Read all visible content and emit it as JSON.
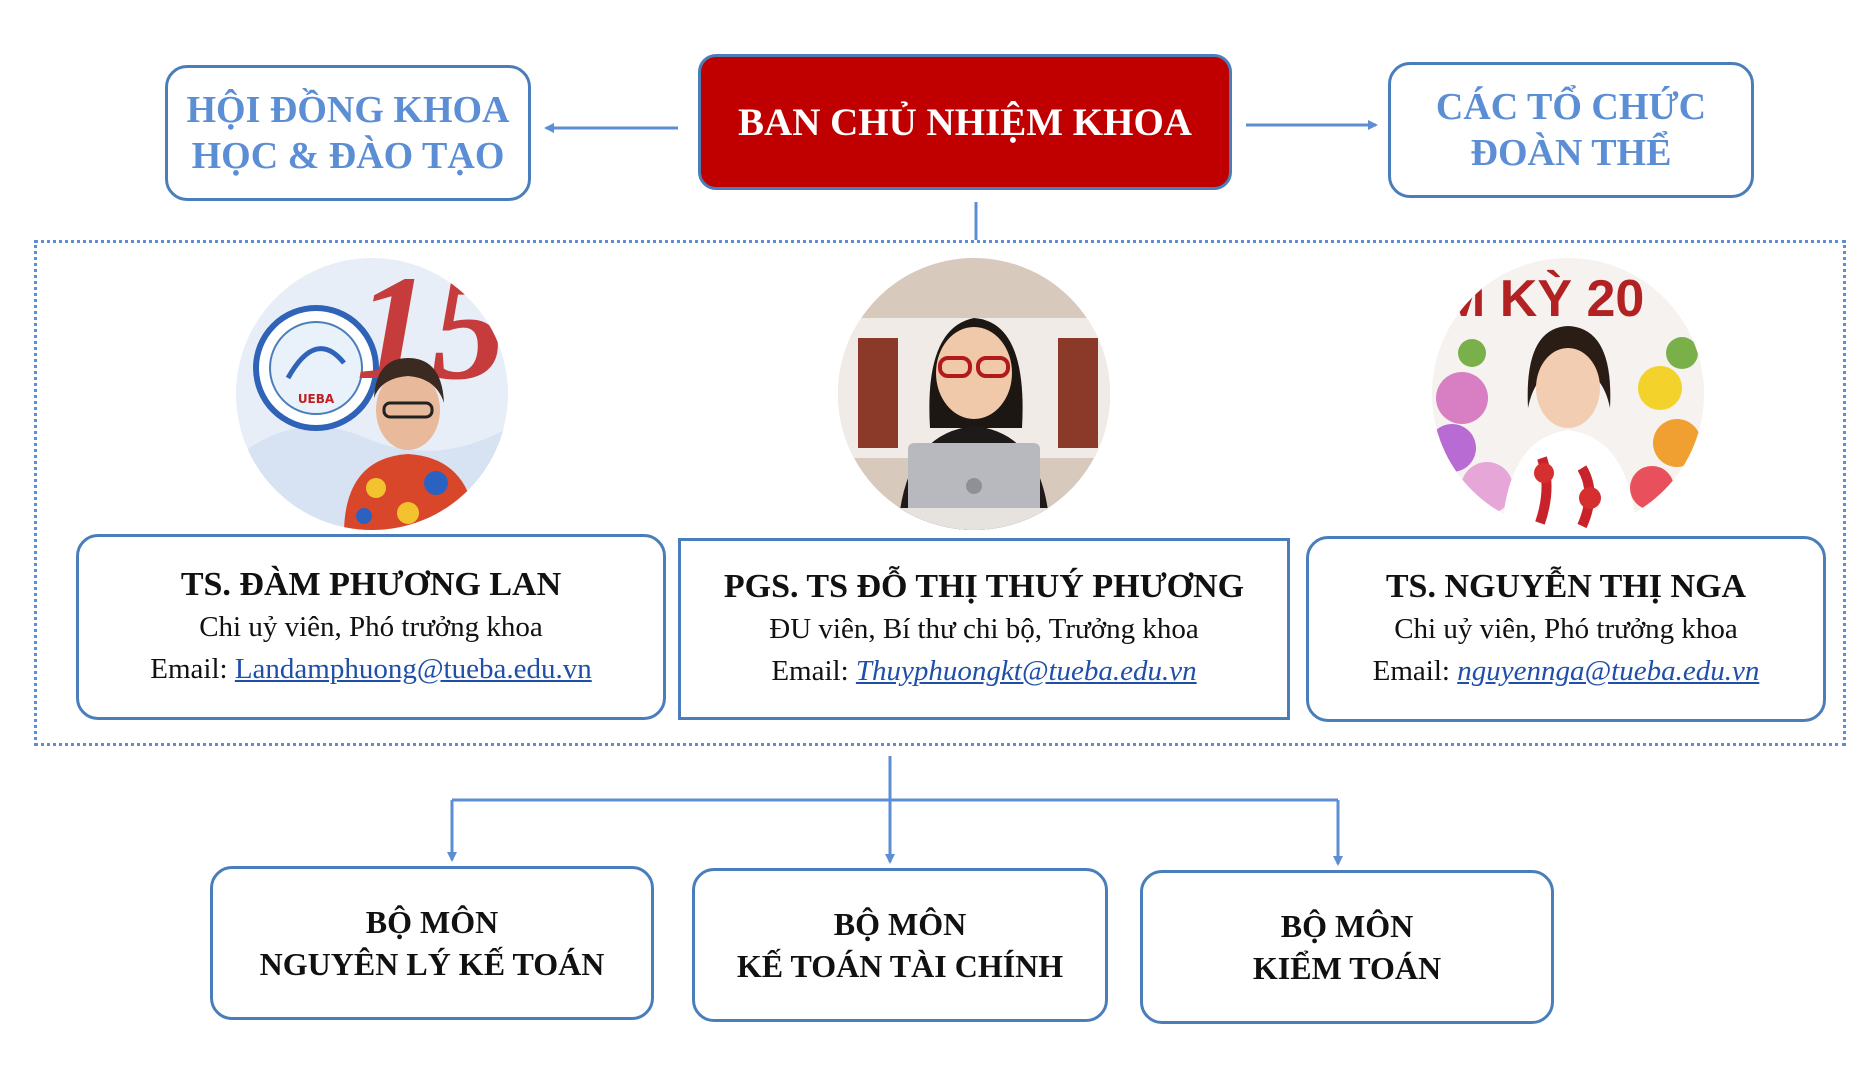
{
  "top": {
    "left_box": [
      "HỘI ĐỒNG KHOA",
      "HỌC & ĐÀO TẠO"
    ],
    "center_box": "BAN CHỦ NHIỆM KHOA",
    "right_box": [
      "CÁC TỔ CHỨC",
      "ĐOÀN THỂ"
    ]
  },
  "members": [
    {
      "name": "TS. ĐÀM PHƯƠNG LAN",
      "role": "Chi uỷ viên, Phó trưởng khoa",
      "email_label": "Email: ",
      "email": "Landamphuong@tueba.edu.vn"
    },
    {
      "name": "PGS. TS ĐỖ THỊ THUÝ PHƯƠNG",
      "role": "ĐU viên, Bí thư chi bộ, Trưởng khoa",
      "email_label": "Email: ",
      "email": "Thuyphuongkt@tueba.edu.vn"
    },
    {
      "name": "TS. NGUYỄN THỊ NGA",
      "role": "Chi uỷ viên, Phó trưởng khoa",
      "email_label": "Email: ",
      "email": "nguyennga@tueba.edu.vn"
    }
  ],
  "photo_text": {
    "logo_number": "15",
    "logo_brand": "UEBA",
    "banner": "M KỲ 20"
  },
  "departments": [
    [
      "BỘ MÔN",
      "NGUYÊN LÝ KẾ TOÁN"
    ],
    [
      "BỘ MÔN",
      "KẾ TOÁN TÀI CHÍNH"
    ],
    [
      "BỘ MÔN",
      "KIỂM TOÁN"
    ]
  ],
  "colors": {
    "accent_blue": "#5b8ed4",
    "border_blue": "#4a7ebb",
    "header_red": "#c00000",
    "link_blue": "#1f4fa8"
  }
}
